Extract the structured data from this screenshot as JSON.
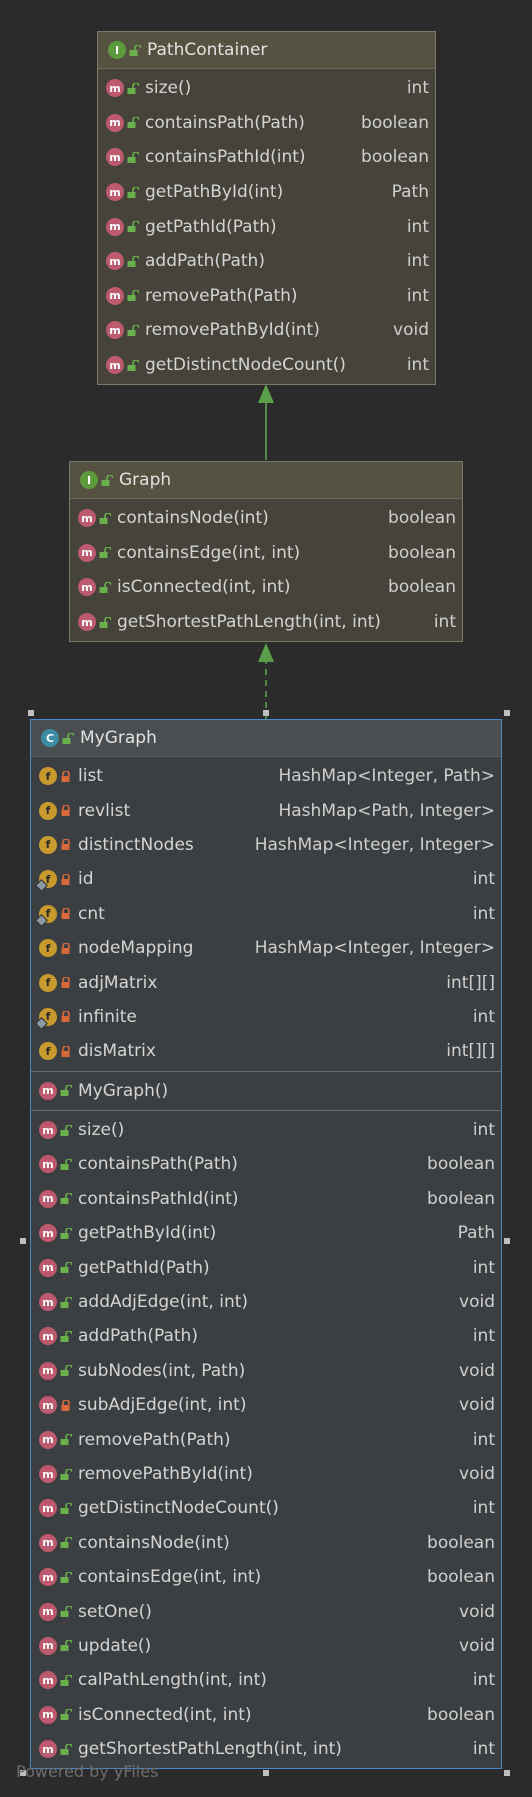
{
  "diagram": {
    "nodes": [
      {
        "id": "pathcontainer",
        "kind": "interface",
        "badge": "I",
        "title": "PathContainer",
        "sections": [
          {
            "rows": [
              {
                "badge": "m",
                "access": "public",
                "name": "size()",
                "type": "int"
              },
              {
                "badge": "m",
                "access": "public",
                "name": "containsPath(Path)",
                "type": "boolean"
              },
              {
                "badge": "m",
                "access": "public",
                "name": "containsPathId(int)",
                "type": "boolean"
              },
              {
                "badge": "m",
                "access": "public",
                "name": "getPathById(int)",
                "type": "Path"
              },
              {
                "badge": "m",
                "access": "public",
                "name": "getPathId(Path)",
                "type": "int"
              },
              {
                "badge": "m",
                "access": "public",
                "name": "addPath(Path)",
                "type": "int"
              },
              {
                "badge": "m",
                "access": "public",
                "name": "removePath(Path)",
                "type": "int"
              },
              {
                "badge": "m",
                "access": "public",
                "name": "removePathById(int)",
                "type": "void"
              },
              {
                "badge": "m",
                "access": "public",
                "name": "getDistinctNodeCount()",
                "type": "int"
              }
            ]
          }
        ]
      },
      {
        "id": "graph",
        "kind": "interface",
        "badge": "I",
        "title": "Graph",
        "sections": [
          {
            "rows": [
              {
                "badge": "m",
                "access": "public",
                "name": "containsNode(int)",
                "type": "boolean"
              },
              {
                "badge": "m",
                "access": "public",
                "name": "containsEdge(int, int)",
                "type": "boolean"
              },
              {
                "badge": "m",
                "access": "public",
                "name": "isConnected(int, int)",
                "type": "boolean"
              },
              {
                "badge": "m",
                "access": "public",
                "name": "getShortestPathLength(int, int)",
                "type": "int"
              }
            ]
          }
        ]
      },
      {
        "id": "mygraph",
        "kind": "class",
        "badge": "C",
        "title": "MyGraph",
        "sections": [
          {
            "rows": [
              {
                "badge": "f",
                "access": "private",
                "name": "list",
                "type": "HashMap<Integer, Path>"
              },
              {
                "badge": "f",
                "access": "private",
                "name": "revlist",
                "type": "HashMap<Path, Integer>"
              },
              {
                "badge": "f",
                "access": "private",
                "name": "distinctNodes",
                "type": "HashMap<Integer, Integer>"
              },
              {
                "badge": "f",
                "access": "private",
                "static": true,
                "name": "id",
                "type": "int"
              },
              {
                "badge": "f",
                "access": "private",
                "static": true,
                "name": "cnt",
                "type": "int"
              },
              {
                "badge": "f",
                "access": "private",
                "name": "nodeMapping",
                "type": "HashMap<Integer, Integer>"
              },
              {
                "badge": "f",
                "access": "private",
                "name": "adjMatrix",
                "type": "int[][]"
              },
              {
                "badge": "f",
                "access": "private",
                "static": true,
                "name": "infinite",
                "type": "int"
              },
              {
                "badge": "f",
                "access": "private",
                "name": "disMatrix",
                "type": "int[][]"
              }
            ]
          },
          {
            "rows": [
              {
                "badge": "m",
                "access": "public",
                "name": "MyGraph()",
                "type": ""
              }
            ]
          },
          {
            "rows": [
              {
                "badge": "m",
                "access": "public",
                "name": "size()",
                "type": "int"
              },
              {
                "badge": "m",
                "access": "public",
                "name": "containsPath(Path)",
                "type": "boolean"
              },
              {
                "badge": "m",
                "access": "public",
                "name": "containsPathId(int)",
                "type": "boolean"
              },
              {
                "badge": "m",
                "access": "public",
                "name": "getPathById(int)",
                "type": "Path"
              },
              {
                "badge": "m",
                "access": "public",
                "name": "getPathId(Path)",
                "type": "int"
              },
              {
                "badge": "m",
                "access": "public",
                "name": "addAdjEdge(int, int)",
                "type": "void"
              },
              {
                "badge": "m",
                "access": "public",
                "name": "addPath(Path)",
                "type": "int"
              },
              {
                "badge": "m",
                "access": "public",
                "name": "subNodes(int, Path)",
                "type": "void"
              },
              {
                "badge": "m",
                "access": "private",
                "name": "subAdjEdge(int, int)",
                "type": "void"
              },
              {
                "badge": "m",
                "access": "public",
                "name": "removePath(Path)",
                "type": "int"
              },
              {
                "badge": "m",
                "access": "public",
                "name": "removePathById(int)",
                "type": "void"
              },
              {
                "badge": "m",
                "access": "public",
                "name": "getDistinctNodeCount()",
                "type": "int"
              },
              {
                "badge": "m",
                "access": "public",
                "name": "containsNode(int)",
                "type": "boolean"
              },
              {
                "badge": "m",
                "access": "public",
                "name": "containsEdge(int, int)",
                "type": "boolean"
              },
              {
                "badge": "m",
                "access": "public",
                "name": "setOne()",
                "type": "void"
              },
              {
                "badge": "m",
                "access": "public",
                "name": "update()",
                "type": "void"
              },
              {
                "badge": "m",
                "access": "public",
                "name": "calPathLength(int, int)",
                "type": "int"
              },
              {
                "badge": "m",
                "access": "public",
                "name": "isConnected(int, int)",
                "type": "boolean"
              },
              {
                "badge": "m",
                "access": "public",
                "name": "getShortestPathLength(int, int)",
                "type": "int"
              }
            ]
          }
        ]
      }
    ],
    "edges": [
      {
        "from": "graph",
        "to": "pathcontainer",
        "kind": "extends"
      },
      {
        "from": "mygraph",
        "to": "graph",
        "kind": "implements"
      }
    ],
    "colors": {
      "background": "#2b2b2b",
      "interface_body": "#45433a",
      "class_border": "#4a88c7",
      "edge": "#5aa04a",
      "method_badge": "#bd5a6e",
      "field_badge": "#c89a2e",
      "interface_badge": "#5c9b3c",
      "class_badge": "#3a8da3",
      "public_lock": "#6ab04c",
      "private_lock": "#d9683b"
    },
    "icons": {
      "method": "m-circle-icon",
      "field": "f-circle-icon",
      "interface": "i-circle-icon",
      "class": "c-circle-icon",
      "public": "lock-open-icon",
      "private": "lock-closed-icon",
      "static": "pin-icon"
    }
  },
  "footer": "Powered by yFiles"
}
